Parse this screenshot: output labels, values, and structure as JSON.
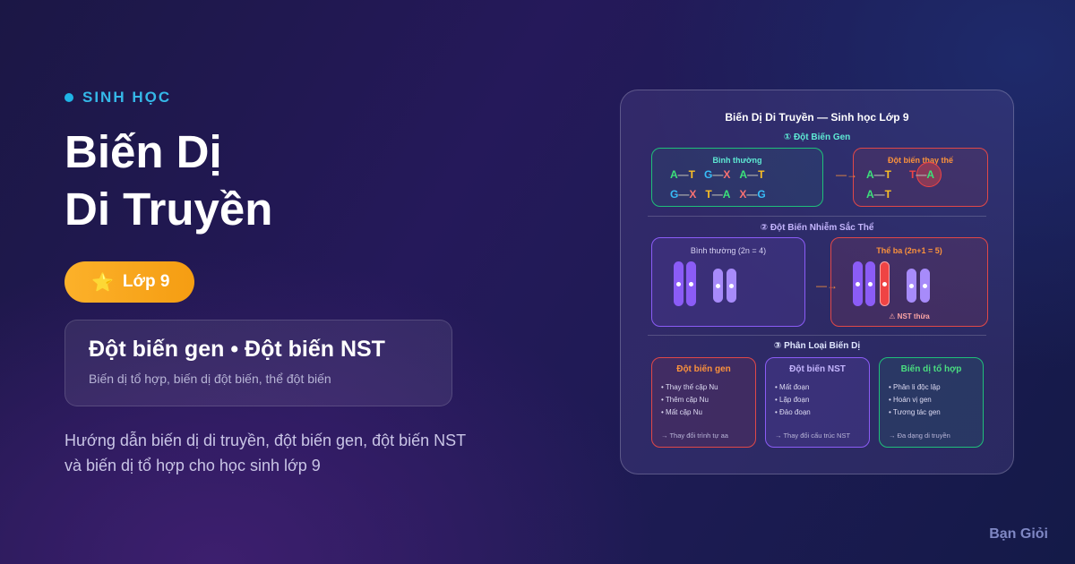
{
  "left": {
    "subject": "SINH HỌC",
    "title_line1": "Biến Dị",
    "title_line2": "Di Truyền",
    "grade_icon": "⭐",
    "grade_label": "Lớp 9",
    "topics_main": "Đột biến gen • Đột biến NST",
    "topics_sub": "Biến dị tổ hợp, biến dị đột biến, thể đột biến",
    "description": "Hướng dẫn biến dị di truyền, đột biến gen, đột biến NST và biến dị tổ hợp cho học sinh lớp 9"
  },
  "brand": "Bạn Giỏi",
  "diagram": {
    "title": "Biến Dị Di Truyền — Sinh học Lớp 9",
    "section1_title": "① Đột Biến Gen",
    "normal_label": "Bình thường",
    "normal_row1": [
      [
        "A",
        "T"
      ],
      [
        "G",
        "X"
      ],
      [
        "A",
        "T"
      ]
    ],
    "normal_row2": [
      [
        "G",
        "X"
      ],
      [
        "T",
        "A"
      ],
      [
        "X",
        "G"
      ]
    ],
    "mutation_label": "Đột biến thay thế",
    "section2_title": "② Đột Biến Nhiễm Sắc Thể",
    "normal_nst_label": "Bình thường (2n = 4)",
    "trisomy_label": "Thể ba (2n+1 = 5)",
    "extra_nst_note": "⚠ NST thừa",
    "section3_title": "③ Phân Loại Biến Dị",
    "classes": [
      {
        "title": "Đột biến gen",
        "items": [
          "Thay thế cặp Nu",
          "Thêm cặp Nu",
          "Mất cặp Nu"
        ],
        "footer": "→ Thay đổi trình tự aa"
      },
      {
        "title": "Đột biến NST",
        "items": [
          "Mất đoạn",
          "Lặp đoạn",
          "Đảo đoạn"
        ],
        "footer": "→ Thay đổi cấu trúc NST"
      },
      {
        "title": "Biến dị tổ hợp",
        "items": [
          "Phân li độc lập",
          "Hoán vị gen",
          "Tương tác gen"
        ],
        "footer": "→ Đa dạng di truyền"
      }
    ]
  },
  "colors": {
    "accent_orange": "#f5a623",
    "gen_green": "#1fbf7a",
    "mutation_red": "#e04848",
    "nst_purple": "#8b5cf6"
  }
}
